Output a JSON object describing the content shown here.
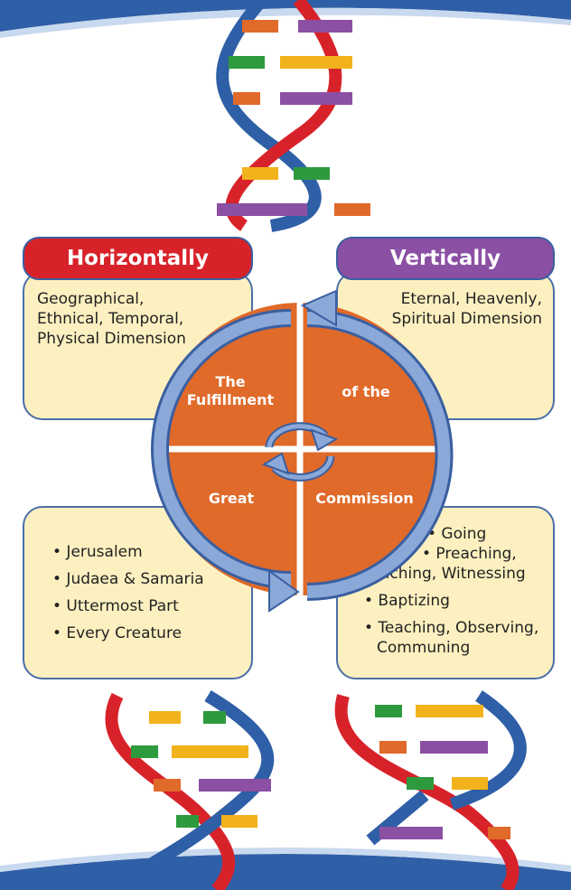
{
  "left_header": {
    "label": "Horizontally",
    "color": "#d8222a"
  },
  "right_header": {
    "label": "Vertically",
    "color": "#8b4fa3"
  },
  "left_top_text": [
    "Geographical,",
    "Ethnical, Temporal,",
    "Physical Dimension"
  ],
  "right_top_text": [
    "Eternal, Heavenly,",
    "Spiritual Dimension"
  ],
  "circle": {
    "top_left": [
      "The",
      "Fulfillment"
    ],
    "top_right": "of the",
    "bottom_left": "Great",
    "bottom_right": "Commission",
    "fill": "#e06a2a"
  },
  "left_list": [
    "• Jerusalem",
    "• Judaea & Samaria",
    "• Uttermost Part",
    "• Every Creature"
  ],
  "right_list": [
    "• Going",
    "• Preaching,",
    "Teaching, Witnessing",
    "• Baptizing",
    "• Teaching, Observing,",
    "Communing"
  ],
  "colors": {
    "band": "#2f5fa6",
    "box_fill": "#fdf0c0",
    "arrow": "#7f9fd0"
  }
}
